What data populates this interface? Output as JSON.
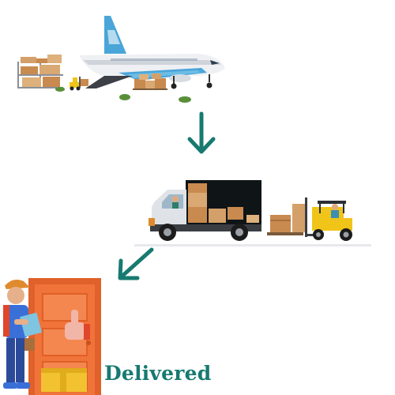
{
  "steps": [
    {
      "name": "air-freight"
    },
    {
      "name": "truck-loading"
    },
    {
      "name": "door-delivery"
    }
  ],
  "delivered_label": "Delivered",
  "colors": {
    "arrow": "#177a70",
    "label": "#177a70",
    "plane_tail": "#4aa5d8",
    "box": "#c98a4f",
    "truck_cab": "#dfe3e8",
    "truck_body": "#0f1417",
    "forklift": "#f0c419",
    "door": "#f0733a",
    "courier_shirt": "#3b6fd8"
  },
  "icons": [
    "airplane-icon",
    "truck-icon",
    "forklift-icon",
    "door-icon",
    "courier-icon",
    "package-icon",
    "arrow-down-icon",
    "arrow-down-left-icon"
  ]
}
